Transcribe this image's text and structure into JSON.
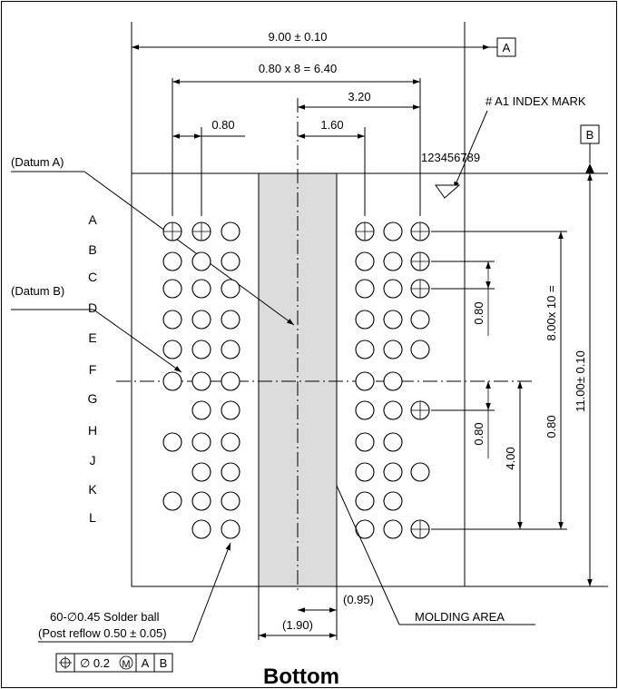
{
  "overall_width": "9.00 ± 0.10",
  "pitch_total": "0.80 x 8 = 6.40",
  "half_span": "3.20",
  "inner_span": "1.60",
  "pitch_label": "0.80",
  "datum_a_box": "A",
  "datum_b_box": "B",
  "index_mark": "# A1 INDEX MARK",
  "column_numbers": "123456789",
  "datum_a_label": "(Datum A)",
  "datum_b_label": "(Datum B)",
  "row_labels": [
    "A",
    "B",
    "C",
    "D",
    "E",
    "F",
    "G",
    "H",
    "J",
    "K",
    "L"
  ],
  "right_dims": {
    "pitch_upper": "0.80",
    "pitch_lower": "0.80",
    "pitch_mid": "0.80",
    "four": "4.00",
    "eight": "8.00x 10 =",
    "overall_height": "11.00± 0.10"
  },
  "bottom_dims": {
    "half_mold": "(0.95)",
    "mold_width": "(1.90)"
  },
  "molding_area": "MOLDING AREA",
  "solder_ball_line1": "60-∅0.45 Solder ball",
  "solder_ball_line2": "(Post reflow 0.50 ± 0.05)",
  "tolerance_frame": {
    "symbol": "⌖",
    "value": "∅ 0.2",
    "modifier": "M",
    "datum1": "A",
    "datum2": "B"
  },
  "view_title": "Bottom"
}
